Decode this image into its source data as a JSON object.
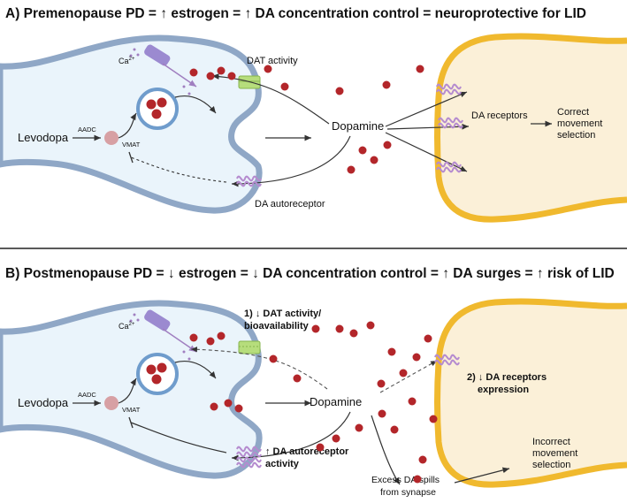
{
  "panel_a": {
    "title": "A) Premenopause PD = ↑ estrogen = ↑ DA concentration control = neuroprotective for LID",
    "ca": "Ca",
    "ca_sup": "2+",
    "dat": "DAT activity",
    "levodopa": "Levodopa",
    "aadc": "AADC",
    "vmat": "VMAT",
    "dopamine": "Dopamine",
    "receptors": "DA receptors",
    "autoreceptor": "DA autoreceptor",
    "outcome_1": "Correct",
    "outcome_2": "movement",
    "outcome_3": "selection"
  },
  "panel_b": {
    "title": "B) Postmenopause PD = ↓ estrogen = ↓ DA concentration control = ↑ DA surges = ↑ risk of LID",
    "ca": "Ca",
    "ca_sup": "2+",
    "dat_1": "1) ↓ DAT activity/",
    "dat_2": "bioavailability",
    "levodopa": "Levodopa",
    "aadc": "AADC",
    "vmat": "VMAT",
    "dopamine": "Dopamine",
    "receptors_1": "2) ↓ DA receptors",
    "receptors_2": "expression",
    "autoreceptor_1": "↑ DA autoreceptor",
    "autoreceptor_2": "activity",
    "spill_1": "Excess DA spills",
    "spill_2": "from synapse",
    "outcome_1": "Incorrect",
    "outcome_2": "movement",
    "outcome_3": "selection"
  },
  "colors": {
    "neuron_fill": "#eaf4fb",
    "neuron_stroke": "#8fa7c6",
    "target_fill": "#fbf0d8",
    "target_stroke": "#f0b92e",
    "dopamine": "#b3262a",
    "transporter": "#b6dd7c",
    "channel": "#9b8ad0",
    "receptor": "#c9a7d9"
  },
  "icons": [
    "dopamine-molecule",
    "calcium-channel",
    "dopamine-transporter",
    "vesicle",
    "dopamine-receptor",
    "autoreceptor",
    "levodopa-molecule"
  ]
}
